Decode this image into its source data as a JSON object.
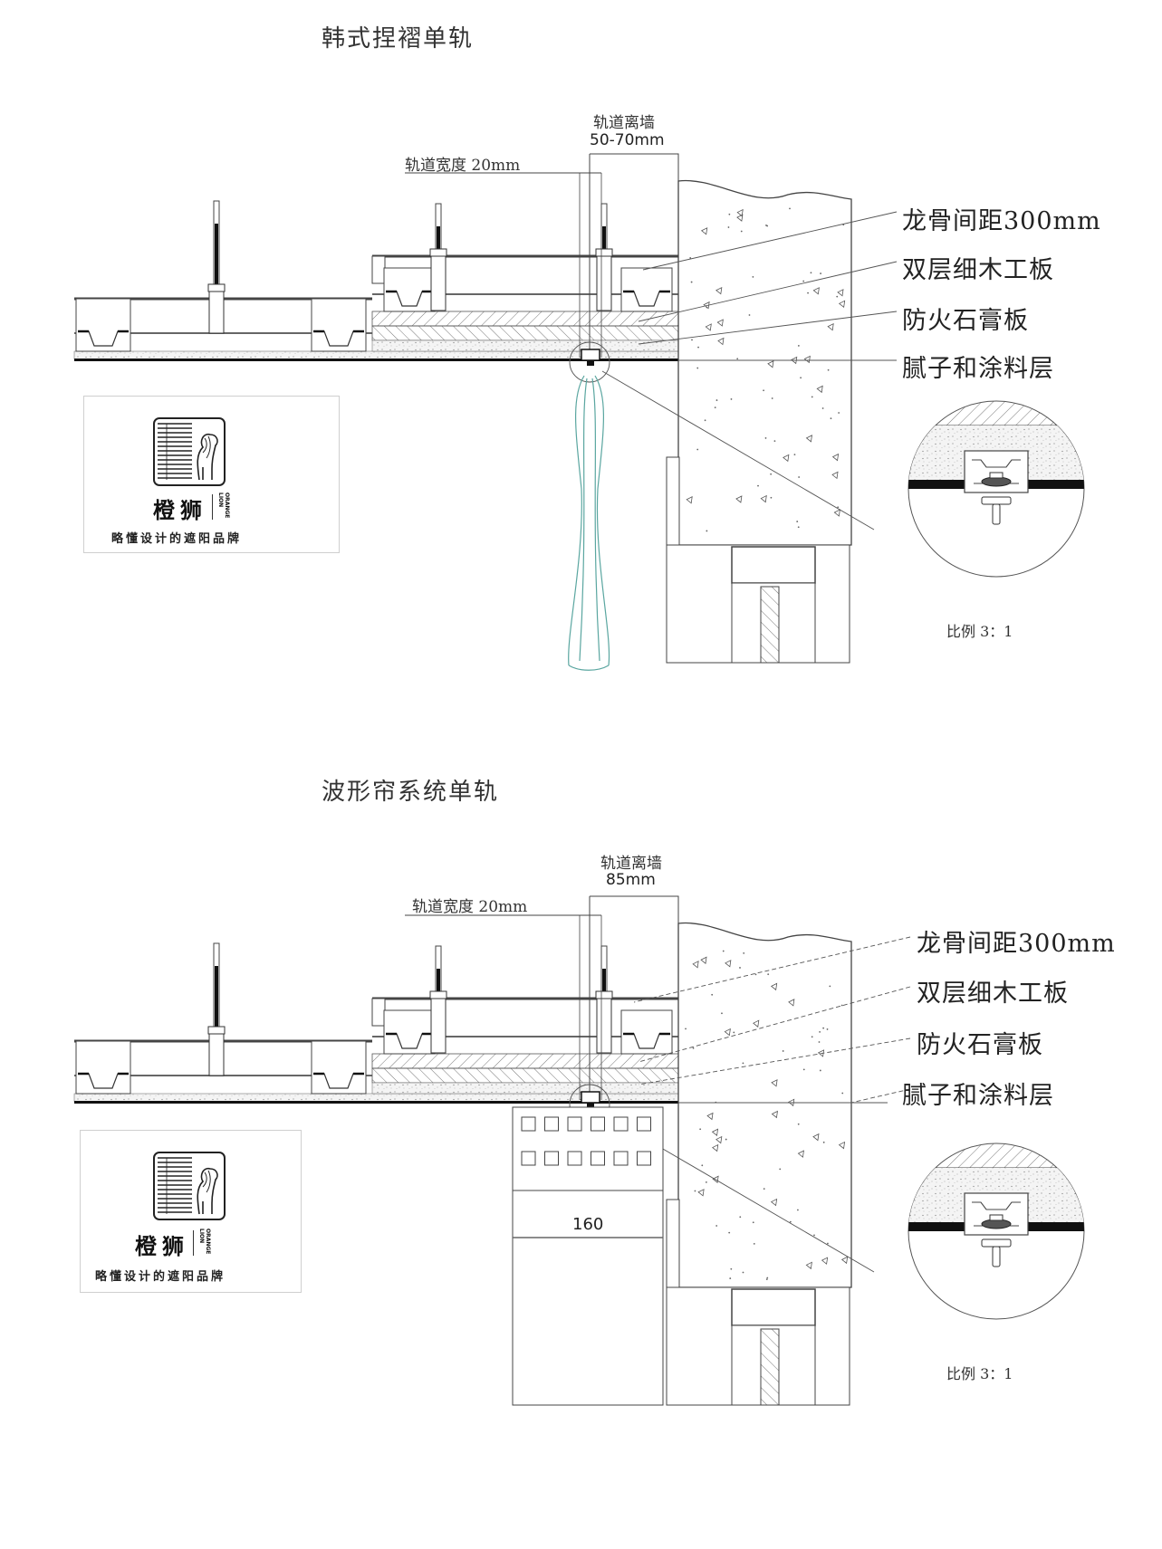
{
  "sections": [
    {
      "title": "韩式捏褶单轨",
      "track_width_label": "轨道宽度 20mm",
      "wall_distance_label": "轨道离墙",
      "wall_distance_value": "50-70mm",
      "callouts": [
        "龙骨间距300mm",
        "双层细木工板",
        "防火石膏板",
        "腻子和涂料层"
      ],
      "scale_label": "比例  3：1",
      "curtain_type": "pinch-pleat-fabric",
      "curtain_color": "#5aa6a0"
    },
    {
      "title": "波形帘系统单轨",
      "track_width_label": "轨道宽度 20mm",
      "wall_distance_label": "轨道离墙",
      "wall_distance_value": "85mm",
      "callouts": [
        "龙骨间距300mm",
        "双层细木工板",
        "防火石膏板",
        "腻子和涂料层"
      ],
      "scale_label": "比例  3：1",
      "curtain_type": "wave-curtain-box",
      "window_sill_dimension": "160"
    }
  ],
  "logo": {
    "brand_cn": "橙狮",
    "brand_en_1": "ORANGE",
    "brand_en_2": "LION",
    "slogan": "略懂设计的遮阳品牌",
    "icon": "blinds-lion-icon"
  }
}
